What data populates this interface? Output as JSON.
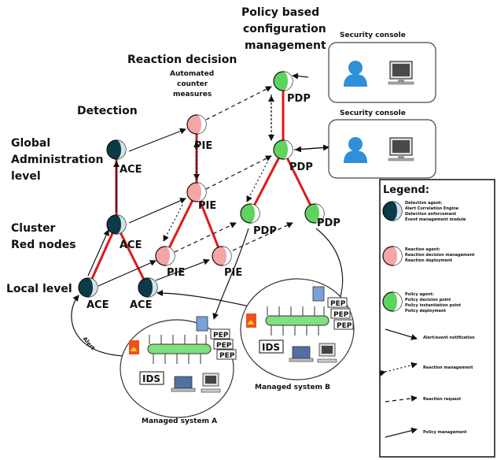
{
  "headings": {
    "policy_line1": "Policy based",
    "policy_line2": "configuration",
    "policy_line3": "management",
    "reaction": "Reaction decision",
    "automated_line1": "Automated",
    "automated_line2": "counter",
    "automated_line3": "measures",
    "detection": "Detection",
    "global_line1": "Global",
    "global_line2": "Administration",
    "global_line3": "level",
    "cluster_line1": "Cluster",
    "cluster_line2": "Red nodes",
    "local": "Local level"
  },
  "nodes": {
    "ace": "ACE",
    "pie": "PIE",
    "pdp": "PDP",
    "pep": "PEP",
    "ids": "IDS"
  },
  "consoles": {
    "top": "Security console",
    "bottom": "Security console"
  },
  "systems": {
    "a": "Managed system A",
    "b": "Managed system B"
  },
  "alert": "Alert",
  "legend": {
    "title": "Legend:",
    "detection": [
      "Detection agent:",
      "Alert Correlation Engine",
      "Detection enforcement",
      "Event management module"
    ],
    "reaction": [
      "Reaction agent:",
      "Reaction decision management",
      "Reaction deployment"
    ],
    "policy": [
      "Policy agent:",
      "Policy decision point",
      "Policy instantiation point",
      "Policy deployment"
    ],
    "arrow1": "Alert/event notification",
    "arrow2": "Reaction management",
    "arrow3": "Reaction request",
    "arrow4": "Policy management"
  },
  "colors": {
    "ace_dark": "#0a3b47",
    "pie_pink": "#f4a5a5",
    "pdp_green": "#5ed35e",
    "red_link": "#e01818",
    "tube": "#7ee07e"
  }
}
